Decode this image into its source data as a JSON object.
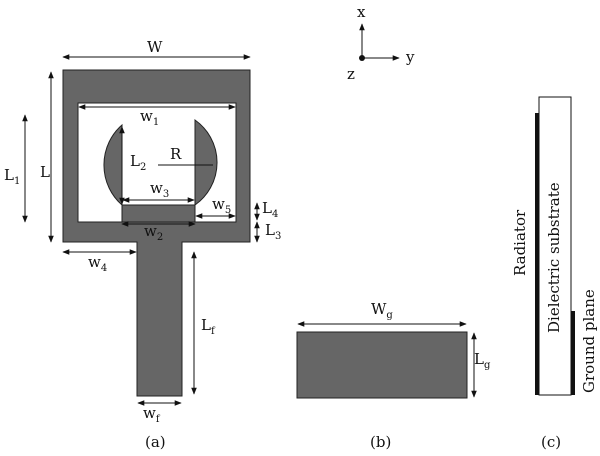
{
  "labels": {
    "W": "W",
    "w1": "w",
    "w1_sub": "1",
    "L1": "L",
    "L1_sub": "1",
    "L": "L",
    "L2": "L",
    "L2_sub": "2",
    "R": "R",
    "w3": "w",
    "w3_sub": "3",
    "w5": "w",
    "w5_sub": "5",
    "L4": "L",
    "L4_sub": "4",
    "L3": "L",
    "L3_sub": "3",
    "w2": "w",
    "w2_sub": "2",
    "w4": "w",
    "w4_sub": "4",
    "Lf": "L",
    "Lf_sub": "f",
    "wf": "w",
    "wf_sub": "f",
    "Wg": "W",
    "Wg_sub": "g",
    "Lg": "L",
    "Lg_sub": "g"
  },
  "axes": {
    "x": "x",
    "y": "y",
    "z": "z"
  },
  "side_view": {
    "radiator": "Radiator",
    "substrate": "Dielectric substrate",
    "ground": "Ground plane"
  },
  "captions": {
    "a": "(a)",
    "b": "(b)",
    "c": "(c)"
  },
  "colors": {
    "metal": "#666666",
    "line": "#111111"
  }
}
